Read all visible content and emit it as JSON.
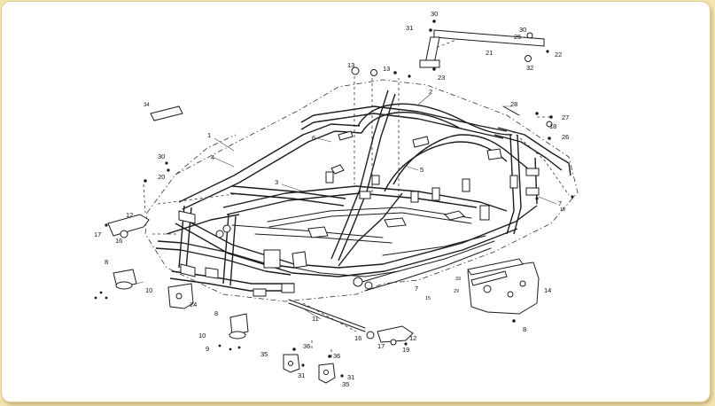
{
  "diagram": {
    "type": "exploded-parts-diagram",
    "colors": {
      "background": "#f3e3ae",
      "paper": "#ffffff",
      "ink": "#1c1c1c"
    },
    "callouts": [
      {
        "id": "c1",
        "text": "1"
      },
      {
        "id": "c2",
        "text": "2"
      },
      {
        "id": "c3",
        "text": "3"
      },
      {
        "id": "c4",
        "text": "4"
      },
      {
        "id": "c5",
        "text": "5"
      },
      {
        "id": "c6",
        "text": "6"
      },
      {
        "id": "c7a",
        "text": "7"
      },
      {
        "id": "c7b",
        "text": "7"
      },
      {
        "id": "c8a",
        "text": "8"
      },
      {
        "id": "c8b",
        "text": "8"
      },
      {
        "id": "c8c",
        "text": "8"
      },
      {
        "id": "c9",
        "text": "9"
      },
      {
        "id": "c10a",
        "text": "10"
      },
      {
        "id": "c10b",
        "text": "10"
      },
      {
        "id": "c11",
        "text": "11"
      },
      {
        "id": "c12a",
        "text": "12"
      },
      {
        "id": "c12b",
        "text": "12"
      },
      {
        "id": "c13a",
        "text": "13"
      },
      {
        "id": "c13b",
        "text": "13"
      },
      {
        "id": "c14",
        "text": "14"
      },
      {
        "id": "c15a",
        "text": "15"
      },
      {
        "id": "c15b",
        "text": "15"
      },
      {
        "id": "c16a",
        "text": "16"
      },
      {
        "id": "c16b",
        "text": "16"
      },
      {
        "id": "c17a",
        "text": "17"
      },
      {
        "id": "c17b",
        "text": "17"
      },
      {
        "id": "c18",
        "text": "18"
      },
      {
        "id": "c19",
        "text": "19"
      },
      {
        "id": "c20",
        "text": "20"
      },
      {
        "id": "c21",
        "text": "21"
      },
      {
        "id": "c22",
        "text": "22"
      },
      {
        "id": "c23",
        "text": "23"
      },
      {
        "id": "c24",
        "text": "24"
      },
      {
        "id": "c25",
        "text": "25"
      },
      {
        "id": "c26",
        "text": "26"
      },
      {
        "id": "c27",
        "text": "27"
      },
      {
        "id": "c28",
        "text": "28"
      },
      {
        "id": "c29",
        "text": "29"
      },
      {
        "id": "c30a",
        "text": "30"
      },
      {
        "id": "c30b",
        "text": "30"
      },
      {
        "id": "c30c",
        "text": "30"
      },
      {
        "id": "c31a",
        "text": "31"
      },
      {
        "id": "c31b",
        "text": "31"
      },
      {
        "id": "c31c",
        "text": "31"
      },
      {
        "id": "c32",
        "text": "32"
      },
      {
        "id": "c33",
        "text": "33"
      },
      {
        "id": "c34",
        "text": "34"
      },
      {
        "id": "c35a",
        "text": "35"
      },
      {
        "id": "c35b",
        "text": "35"
      },
      {
        "id": "c36a",
        "text": "36"
      },
      {
        "id": "c36b",
        "text": "36"
      }
    ]
  }
}
